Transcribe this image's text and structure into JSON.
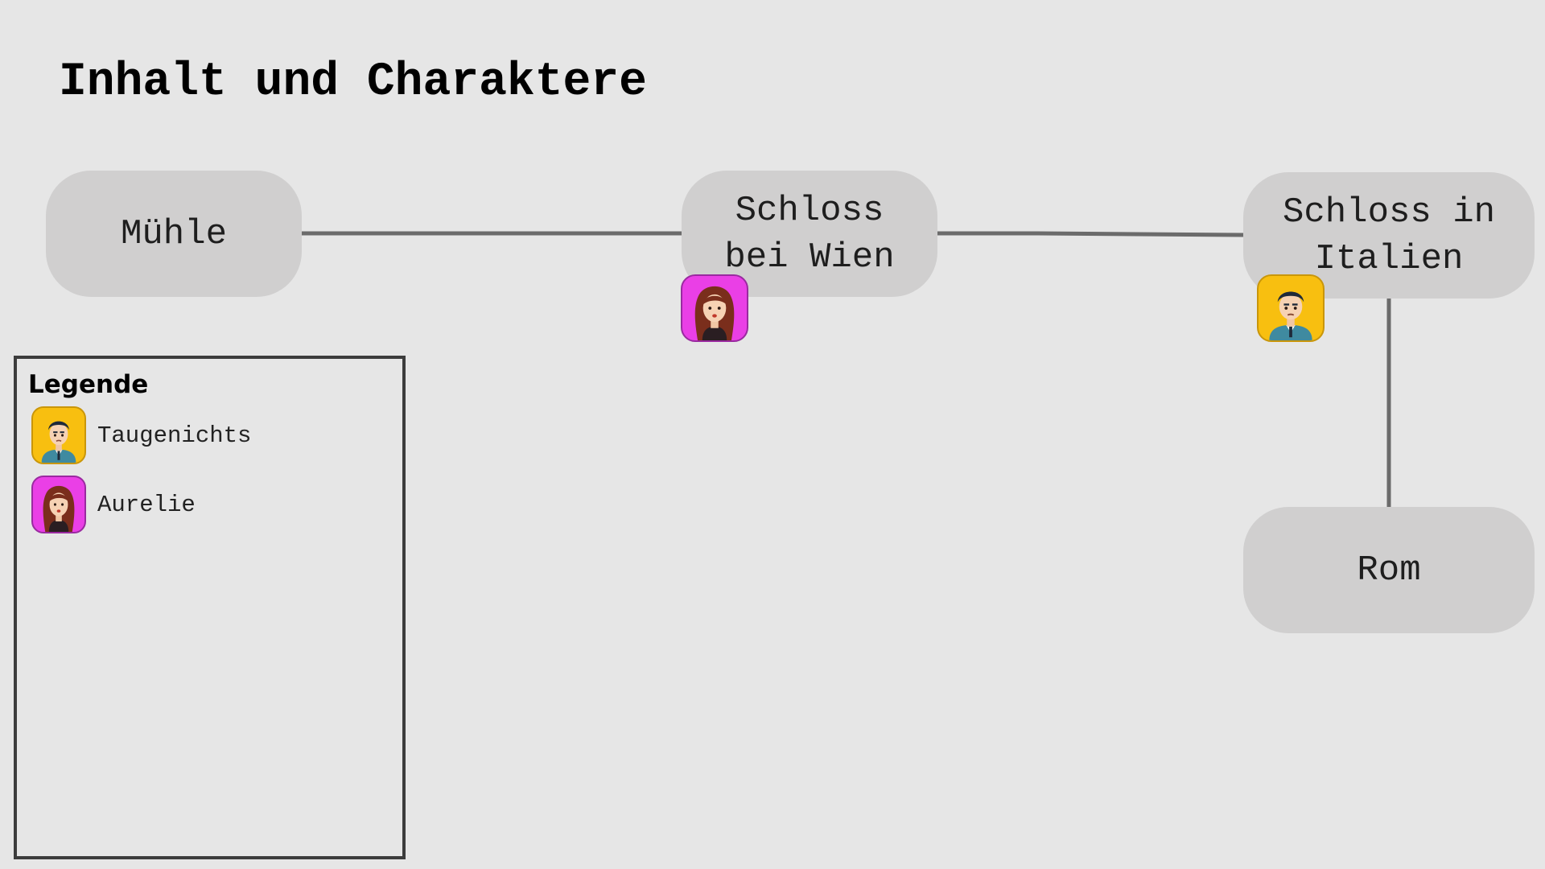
{
  "title": "Inhalt und Charaktere",
  "nodes": {
    "muehle": {
      "lines": [
        "Mühle"
      ]
    },
    "wien": {
      "lines": [
        "Schloss",
        "bei Wien"
      ]
    },
    "italien": {
      "lines": [
        "Schloss in",
        "Italien"
      ]
    },
    "rom": {
      "lines": [
        "Rom"
      ]
    }
  },
  "connections": [
    {
      "from": "Mühle",
      "to": "Schloss bei Wien"
    },
    {
      "from": "Schloss bei Wien",
      "to": "Schloss in Italien"
    },
    {
      "from": "Schloss in Italien",
      "to": "Rom"
    }
  ],
  "characters_at_locations": [
    {
      "character": "Aurelie",
      "location": "Schloss bei Wien"
    },
    {
      "character": "Taugenichts",
      "location": "Schloss in Italien"
    }
  ],
  "legend": {
    "title": "Legende",
    "items": [
      {
        "label": "Taugenichts",
        "icon": "man-avatar-icon",
        "color": "#f8bf10"
      },
      {
        "label": "Aurelie",
        "icon": "woman-avatar-icon",
        "color": "#ea3fe6"
      }
    ]
  },
  "colors": {
    "background": "#e6e6e6",
    "node_fill": "#d0cfcf",
    "connector": "#6b6b6b",
    "taugenichts": "#f8bf10",
    "aurelie": "#ea3fe6"
  }
}
